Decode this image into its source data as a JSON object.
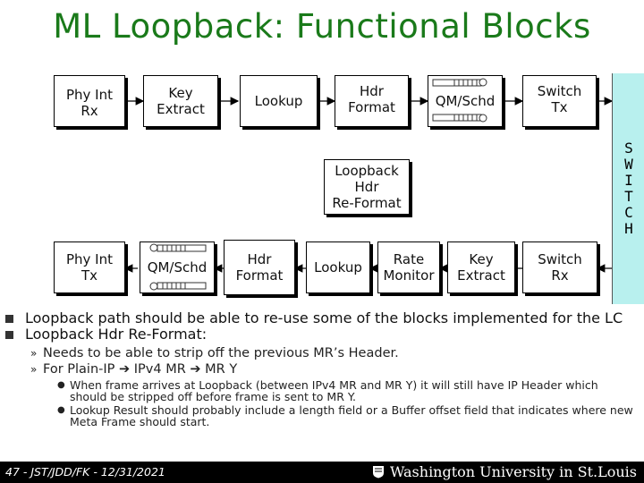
{
  "title": "ML Loopback: Functional Blocks",
  "blocks": {
    "phy_int_rx": "Phy Int\nRx",
    "key_extract_top": "Key\nExtract",
    "lookup_top": "Lookup",
    "hdr_format_top": "Hdr\nFormat",
    "qm_schd_top": "QM/Schd",
    "switch_tx": "Switch\nTx",
    "loopback_hdr_reformat": "Loopback\nHdr\nRe-Format",
    "phy_int_tx": "Phy Int\nTx",
    "qm_schd_bottom": "QM/Schd",
    "hdr_format_bottom": "Hdr\nFormat",
    "lookup_bottom": "Lookup",
    "rate_monitor": "Rate\nMonitor",
    "key_extract_bottom": "Key\nExtract",
    "switch_rx": "Switch\nRx",
    "switch": "S\nW\nI\nT\nC\nH"
  },
  "bullets": [
    {
      "text": "Loopback path should be able to re-use some of the blocks implemented for the LC",
      "children": []
    },
    {
      "text": "Loopback Hdr Re-Format:",
      "children": [
        {
          "mark": "»",
          "text": "Needs to be able to strip off the previous MR’s Header.",
          "children": []
        },
        {
          "mark": "»",
          "text": "For Plain-IP ➔ IPv4 MR ➔ MR Y",
          "children": [
            {
              "mark": "●",
              "text": "When frame arrives at Loopback (between IPv4 MR and MR Y) it will still have IP Header which should be stripped off before frame is sent to MR Y."
            },
            {
              "mark": "●",
              "text": "Lookup Result should probably include a length field or a Buffer offset field that indicates where new Meta Frame should start."
            }
          ]
        }
      ]
    }
  ],
  "footer": {
    "left": "47 - JST/JDD/FK - 12/31/2021",
    "right": "Washington University in St.Louis"
  },
  "colors": {
    "title": "#1a7a1a",
    "switch_fill": "#b8f0ee",
    "footer_bg": "#000000"
  }
}
